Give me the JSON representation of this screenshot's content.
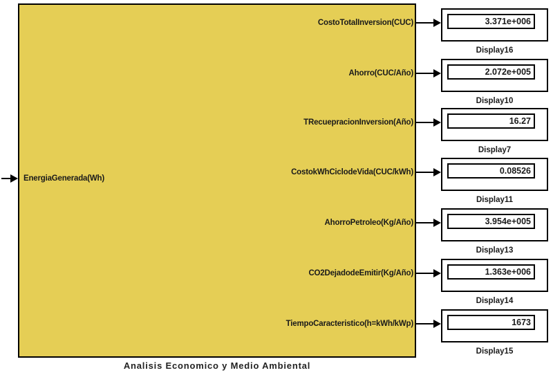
{
  "diagram": {
    "subsystem": {
      "caption": "Analisis Economico y Medio Ambiental",
      "input_port": {
        "label": "EnergiaGenerada(Wh)"
      }
    },
    "rows": [
      {
        "port": "CostoTotalInversion(CUC)",
        "value": "3.371e+006",
        "display": "Display16"
      },
      {
        "port": "Ahorro(CUC/Año)",
        "value": "2.072e+005",
        "display": "Display10"
      },
      {
        "port": "TRecuepracionInversion(Año)",
        "value": "16.27",
        "display": "Display7"
      },
      {
        "port": "CostokWhCiclodeVida(CUC/kWh)",
        "value": "0.08526",
        "display": "Display11"
      },
      {
        "port": "AhorroPetroleo(Kg/Año)",
        "value": "3.954e+005",
        "display": "Display13"
      },
      {
        "port": "CO2DejadodeEmitir(Kg/Año)",
        "value": "1.363e+006",
        "display": "Display14"
      },
      {
        "port": "TiempoCaracteristico(h=kWh/kWp)",
        "value": "1673",
        "display": "Display15"
      }
    ],
    "colors": {
      "block_fill": "#e5ce55",
      "border": "#000000",
      "display_bg": "#ffffff"
    }
  }
}
